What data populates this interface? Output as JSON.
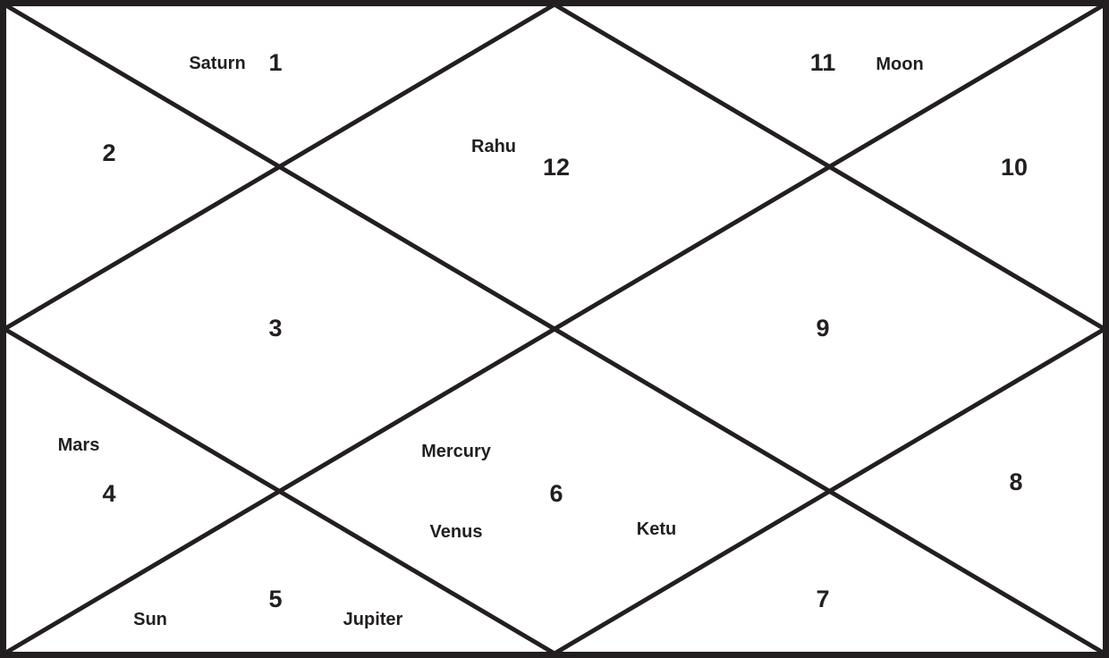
{
  "houses": [
    {
      "number": "1",
      "planets": [
        "Saturn"
      ]
    },
    {
      "number": "2",
      "planets": []
    },
    {
      "number": "3",
      "planets": []
    },
    {
      "number": "4",
      "planets": [
        "Mars"
      ]
    },
    {
      "number": "5",
      "planets": [
        "Sun",
        "Jupiter"
      ]
    },
    {
      "number": "6",
      "planets": [
        "Mercury",
        "Venus",
        "Ketu"
      ]
    },
    {
      "number": "7",
      "planets": []
    },
    {
      "number": "8",
      "planets": []
    },
    {
      "number": "9",
      "planets": []
    },
    {
      "number": "10",
      "planets": []
    },
    {
      "number": "11",
      "planets": [
        "Moon"
      ]
    },
    {
      "number": "12",
      "planets": [
        "Rahu"
      ]
    }
  ]
}
